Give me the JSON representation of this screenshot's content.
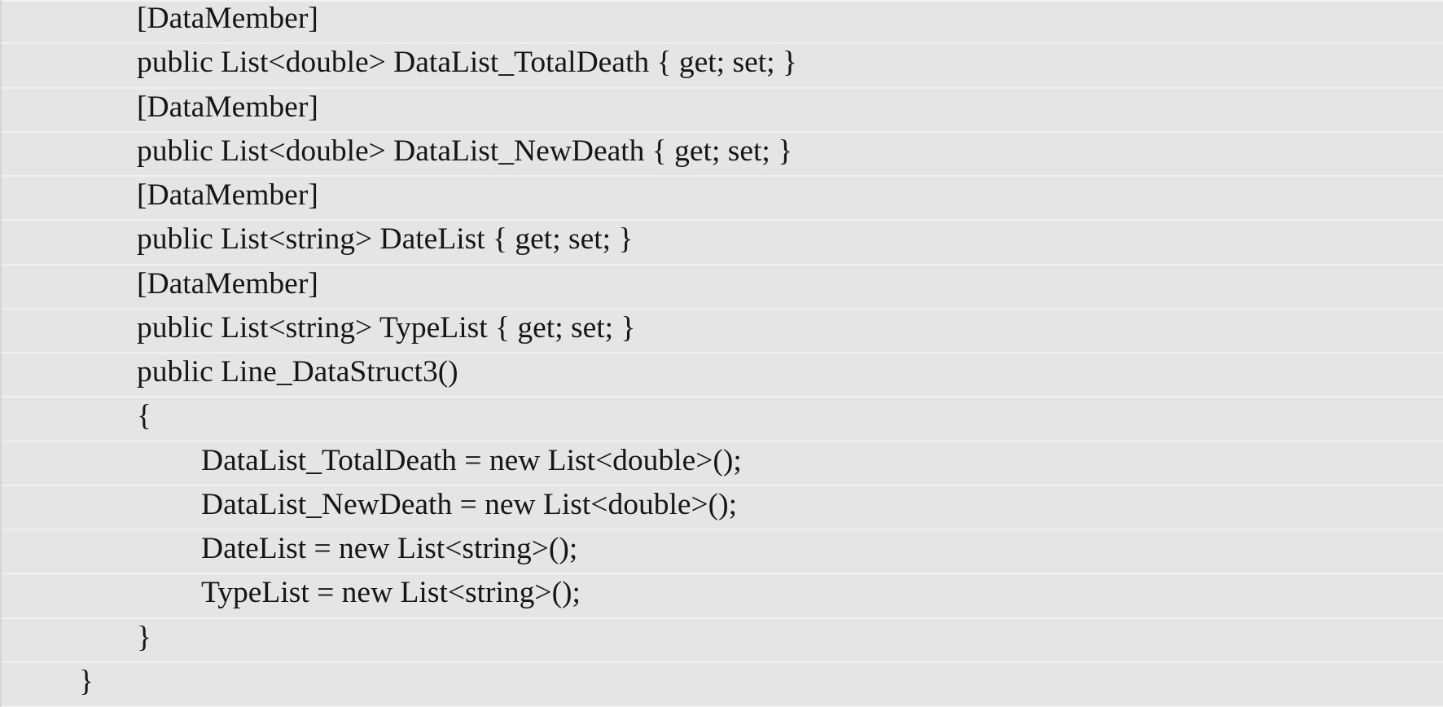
{
  "colors": {
    "background": "#e5e5e5",
    "separator": "#f0f0f0",
    "text": "#161616",
    "edge": "#d6d6d6"
  },
  "code": {
    "language": "C#",
    "lines": [
      {
        "indent": 1,
        "text": "[DataMember]"
      },
      {
        "indent": 1,
        "text": "public List<double> DataList_TotalDeath { get; set; }"
      },
      {
        "indent": 1,
        "text": "[DataMember]"
      },
      {
        "indent": 1,
        "text": "public List<double> DataList_NewDeath { get; set; }"
      },
      {
        "indent": 1,
        "text": "[DataMember]"
      },
      {
        "indent": 1,
        "text": "public List<string> DateList { get; set; }"
      },
      {
        "indent": 1,
        "text": "[DataMember]"
      },
      {
        "indent": 1,
        "text": "public List<string> TypeList { get; set; }"
      },
      {
        "indent": 1,
        "text": "public Line_DataStruct3()"
      },
      {
        "indent": 1,
        "text": "{"
      },
      {
        "indent": 2,
        "text": "DataList_TotalDeath = new List<double>();"
      },
      {
        "indent": 2,
        "text": "DataList_NewDeath = new List<double>();"
      },
      {
        "indent": 2,
        "text": "DateList = new List<string>();"
      },
      {
        "indent": 2,
        "text": "TypeList = new List<string>();"
      },
      {
        "indent": 1,
        "text": "}"
      },
      {
        "indent": 0,
        "text": "}"
      }
    ]
  }
}
